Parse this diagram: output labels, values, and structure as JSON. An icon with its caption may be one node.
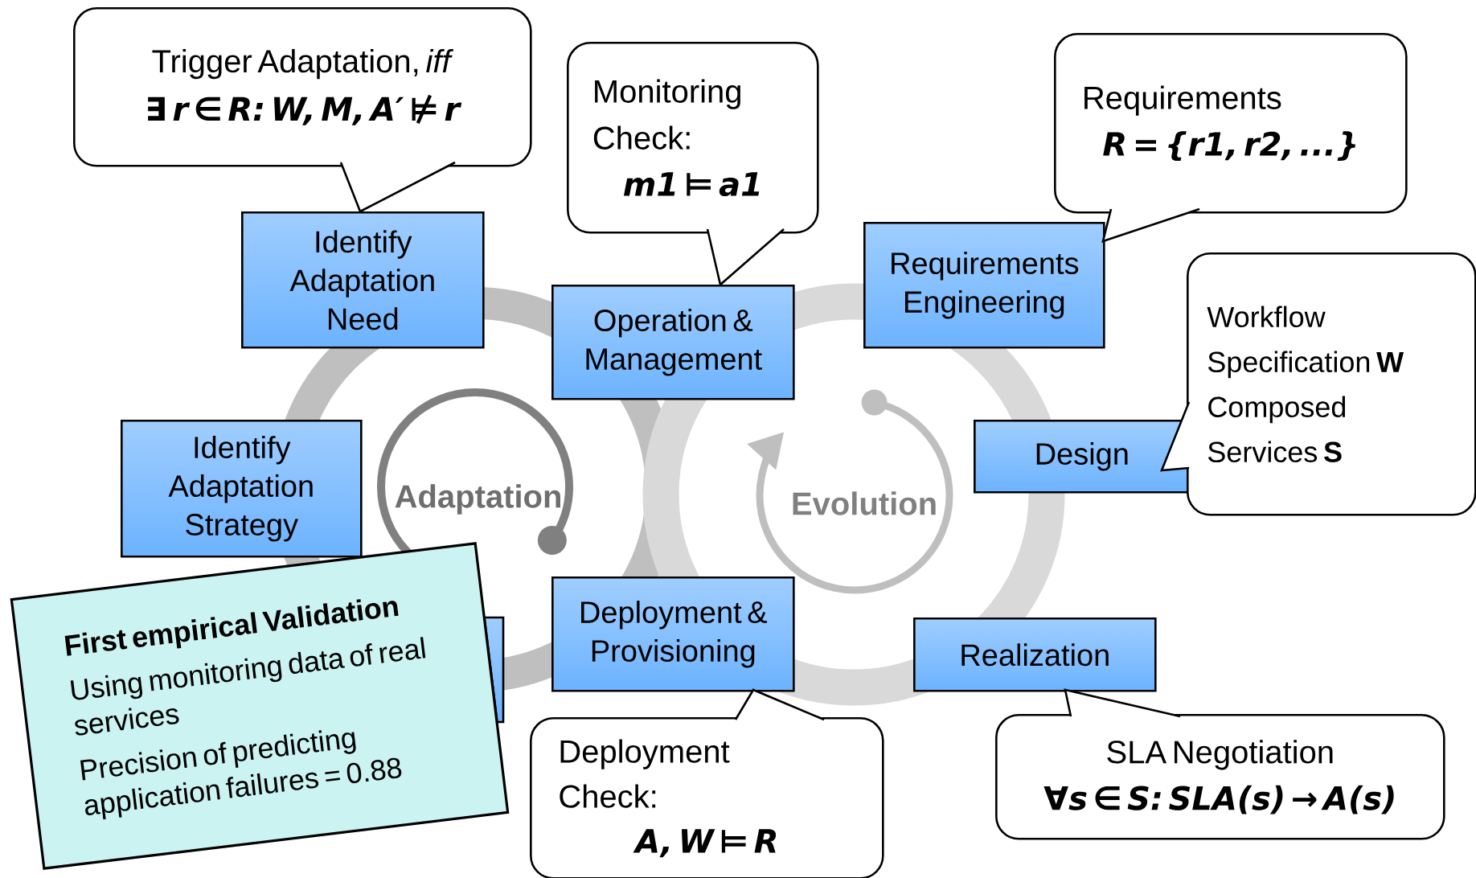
{
  "diagram": {
    "nodes": [
      {
        "text": [
          "Trigger Adaptation, *iff*",
          "∃ r ∈ R: W, M, A′ ⊭ r"
        ]
      },
      {
        "text": [
          "Identify Adaptation Need"
        ]
      },
      {
        "text": [
          "Monitoring Check:",
          "m1 ⊨ a1"
        ]
      },
      {
        "text": [
          "Operation & Management"
        ]
      },
      {
        "text": [
          "Requirements",
          "R = {r1, r2, ...}"
        ]
      },
      {
        "text": [
          "Requirements Engineering"
        ]
      },
      {
        "text": [
          "Workflow Specification **W**",
          "Composed Services **S**"
        ]
      },
      {
        "text": [
          "Identify Adaptation Strategy"
        ]
      },
      {
        "text": [
          "Design"
        ]
      },
      {
        "text": [],
        "shape": "box"
      },
      {
        "text": [
          "First empirical Validation",
          "Using monitoring data of real services",
          "Precision of predicting application failures = 0.88"
        ]
      },
      {
        "text": [
          "Deployment & Provisioning"
        ]
      },
      {
        "text": [
          "Deployment Check:",
          "A, W ⊨ R"
        ]
      },
      {
        "text": [
          "Realization"
        ]
      },
      {
        "text": [
          "SLA Negotiation",
          "∀s ∈ S: SLA(s) → A(s)"
        ]
      }
    ],
    "edges": [
      {
        "from": 0,
        "to": 1,
        "arrow": "none"
      },
      {
        "from": 2,
        "to": 3,
        "arrow": "none"
      },
      {
        "from": 4,
        "to": 5,
        "arrow": "none"
      },
      {
        "from": 6,
        "to": 8,
        "arrow": "none"
      },
      {
        "from": 12,
        "to": 11,
        "arrow": "none"
      },
      {
        "from": 14,
        "to": 13,
        "arrow": "none"
      }
    ],
    "labels": [
      "Adaptation",
      "Evolution"
    ]
  }
}
